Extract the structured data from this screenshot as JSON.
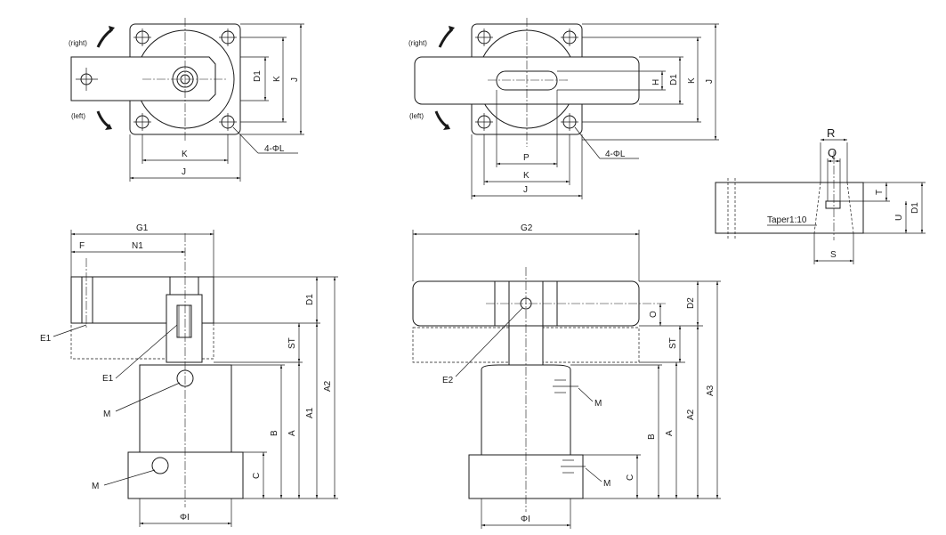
{
  "top_left_view": {
    "rotation_right": "(right)",
    "rotation_left": "(left)",
    "dim_d1": "D1",
    "dim_k_vertical": "K",
    "dim_j_vertical": "J",
    "dim_k_horizontal": "K",
    "dim_j_horizontal": "J",
    "hole_callout": "4-ΦL"
  },
  "top_right_view": {
    "rotation_right": "(right)",
    "rotation_left": "(left)",
    "dim_h": "H",
    "dim_d1": "D1",
    "dim_k_vertical": "K",
    "dim_j_vertical": "J",
    "dim_p": "P",
    "dim_k_horizontal": "K",
    "dim_j_horizontal": "J",
    "hole_callout": "4-ΦL"
  },
  "taper_detail": {
    "dim_r": "R",
    "dim_q": "Q",
    "dim_t": "T",
    "dim_u": "U",
    "dim_d1": "D1",
    "dim_s": "S",
    "taper_label": "Taper1:10"
  },
  "front_left_view": {
    "dim_g1": "G1",
    "dim_f": "F",
    "dim_n1": "N1",
    "dim_d1": "D1",
    "dim_st": "ST",
    "dim_a1": "A1",
    "dim_a2": "A2",
    "dim_b": "B",
    "dim_a": "A",
    "dim_c": "C",
    "dim_phi_i": "ΦI",
    "callout_e1_top": "E1",
    "callout_e1_bottom": "E1",
    "callout_m_upper": "M",
    "callout_m_lower": "M"
  },
  "front_right_view": {
    "dim_g2": "G2",
    "dim_d2": "D2",
    "dim_o": "O",
    "dim_st": "ST",
    "dim_a2": "A2",
    "dim_a3": "A3",
    "dim_b": "B",
    "dim_a": "A",
    "dim_c": "C",
    "dim_phi_i": "ΦI",
    "callout_e2": "E2",
    "callout_m_upper": "M",
    "callout_m_lower": "M"
  }
}
